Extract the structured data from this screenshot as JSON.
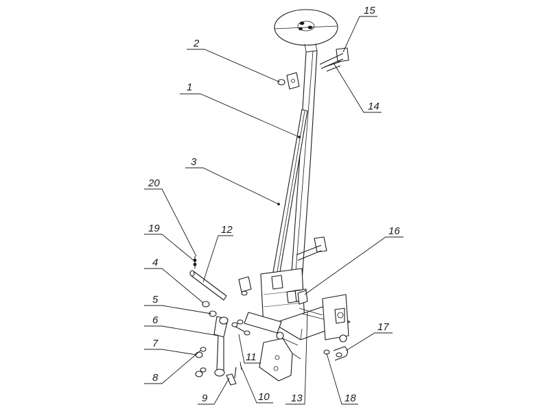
{
  "callouts": [
    {
      "id": "1",
      "label": "1"
    },
    {
      "id": "2",
      "label": "2"
    },
    {
      "id": "3",
      "label": "3"
    },
    {
      "id": "4",
      "label": "4"
    },
    {
      "id": "5",
      "label": "5"
    },
    {
      "id": "6",
      "label": "6"
    },
    {
      "id": "7",
      "label": "7"
    },
    {
      "id": "8",
      "label": "8"
    },
    {
      "id": "9",
      "label": "9"
    },
    {
      "id": "10",
      "label": "10"
    },
    {
      "id": "11",
      "label": "11"
    },
    {
      "id": "12",
      "label": "12"
    },
    {
      "id": "13",
      "label": "13"
    },
    {
      "id": "14",
      "label": "14"
    },
    {
      "id": "15",
      "label": "15"
    },
    {
      "id": "16",
      "label": "16"
    },
    {
      "id": "17",
      "label": "17"
    },
    {
      "id": "18",
      "label": "18"
    },
    {
      "id": "19",
      "label": "19"
    },
    {
      "id": "20",
      "label": "20"
    }
  ],
  "colors": {
    "line": "#1a1a1a",
    "background": "#ffffff"
  }
}
